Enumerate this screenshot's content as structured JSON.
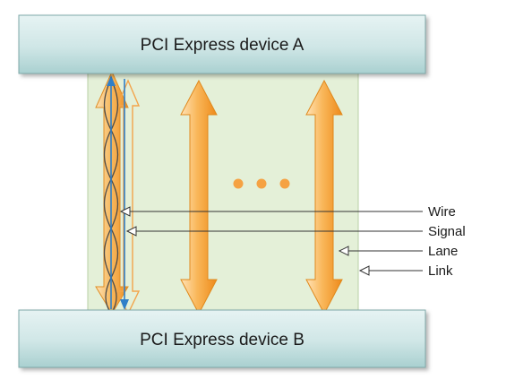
{
  "device_a": {
    "label": "PCI Express device A"
  },
  "device_b": {
    "label": "PCI Express device B"
  },
  "callouts": {
    "wire": "Wire",
    "signal": "Signal",
    "lane": "Lane",
    "link": "Link"
  },
  "colors": {
    "device_box_top": "#e4f2f2",
    "device_box_bottom": "#b4d6d6",
    "device_border": "#7fa9a9",
    "link_panel": "#e4f0d8",
    "lane_arrow_light": "#ffd49a",
    "lane_arrow_dark": "#f08f1e",
    "wire_blue": "#2f7fc8",
    "wire_dark": "#4a4a4a",
    "ellipsis_dot": "#f5a243",
    "callout_line": "#333333"
  }
}
